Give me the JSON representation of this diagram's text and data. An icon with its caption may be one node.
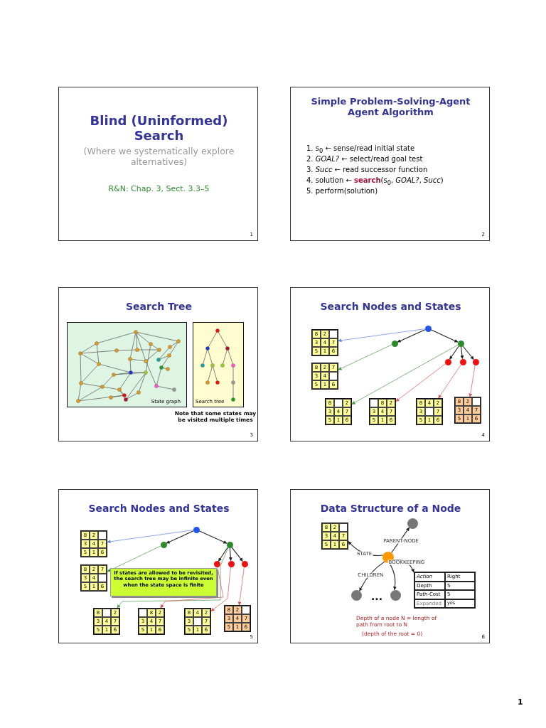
{
  "diagram": {
    "nodes": [
      {
        "text": [
          "Blind (Uninformed) Search",
          "(Where we systematically explore alternatives)",
          "R&N: Chap. 3, Sect. 3.3–5",
          "1"
        ]
      },
      {
        "text": [
          "Simple Problem-Solving-Agent Agent Algorithm",
          "1. s$_{0}$ ← sense/read initial state",
          "2. *GOAL?* ← select/read goal test",
          "3. *Succ* ← read successor function",
          "4. solution ← **search**(s$_{0}$, *GOAL?*, *Succ*)",
          "5. perform(solution)",
          "2"
        ]
      },
      {
        "text": [
          "Search Tree",
          "Note that some states may be visited multiple times",
          "3"
        ]
      },
      {
        "text": [
          "State graph"
        ],
        "in": 2
      },
      {
        "text": [
          "Search tree"
        ],
        "in": 2
      },
      {
        "text": [
          "Search Nodes and States",
          "4"
        ]
      },
      {
        "text": [],
        "shape": "circle",
        "in": 5
      },
      {
        "text": [
          "8",
          "2",
          "3",
          "4",
          "7",
          "5",
          "1",
          "6"
        ],
        "in": 5
      },
      {
        "text": [],
        "shape": "circle",
        "in": 5
      },
      {
        "text": [],
        "shape": "circle",
        "in": 5
      },
      {
        "text": [],
        "shape": "circle",
        "in": 5
      },
      {
        "text": [],
        "shape": "circle",
        "in": 5
      },
      {
        "text": [],
        "shape": "circle",
        "in": 5
      },
      {
        "text": [
          "8",
          "2",
          "7",
          "3",
          "4",
          "5",
          "1",
          "6"
        ],
        "in": 5
      },
      {
        "text": [
          "8",
          "2",
          "3",
          "4",
          "7",
          "5",
          "1",
          "6"
        ],
        "in": 5
      },
      {
        "text": [
          "8",
          "2",
          "3",
          "4",
          "7",
          "5",
          "1",
          "6"
        ],
        "in": 5
      },
      {
        "text": [
          "8",
          "4",
          "2",
          "3",
          "7",
          "5",
          "1",
          "6"
        ],
        "in": 5
      },
      {
        "text": [
          "8",
          "2",
          "3",
          "4",
          "7",
          "5",
          "1",
          "6"
        ],
        "in": 5
      },
      {
        "text": [
          "Search Nodes and States",
          "5"
        ]
      },
      {
        "text": [],
        "shape": "circle",
        "in": 18
      },
      {
        "text": [
          "8",
          "2",
          "3",
          "4",
          "7",
          "5",
          "1",
          "6"
        ],
        "in": 18
      },
      {
        "text": [],
        "shape": "circle",
        "in": 18
      },
      {
        "text": [],
        "shape": "circle",
        "in": 18
      },
      {
        "text": [],
        "shape": "circle",
        "in": 18
      },
      {
        "text": [],
        "shape": "circle",
        "in": 18
      },
      {
        "text": [],
        "shape": "circle",
        "in": 18
      },
      {
        "text": [
          "8",
          "2",
          "7",
          "3",
          "4",
          "5",
          "1",
          "6"
        ],
        "in": 18
      },
      {
        "text": [
          "If states are allowed to be revisited, the search tree may be infinite even when the state space is finite"
        ],
        "in": 18
      },
      {
        "text": [
          "8",
          "2",
          "3",
          "4",
          "7",
          "5",
          "1",
          "6"
        ],
        "in": 18
      },
      {
        "text": [
          "8",
          "2",
          "3",
          "4",
          "7",
          "5",
          "1",
          "6"
        ],
        "in": 18
      },
      {
        "text": [
          "8",
          "4",
          "2",
          "3",
          "7",
          "5",
          "1",
          "6"
        ],
        "in": 18
      },
      {
        "text": [
          "8",
          "2",
          "3",
          "4",
          "7",
          "5",
          "1",
          "6"
        ],
        "in": 18
      },
      {
        "text": [
          "Data Structure of a Node",
          "Depth of a node N = length of path from root to N",
          "(depth of the root = 0)",
          "6"
        ]
      },
      {
        "text": [
          "8",
          "2",
          "3",
          "4",
          "7",
          "5",
          "1",
          "6"
        ],
        "in": 32
      },
      {
        "text": [],
        "shape": "circle",
        "in": 32
      },
      {
        "text": [],
        "shape": "circle",
        "in": 32
      },
      {
        "text": [
          "Action",
          "Right",
          "Depth",
          "5",
          "Path-Cost",
          "5",
          "Expanded",
          "yes"
        ],
        "in": 32
      },
      {
        "text": [],
        "shape": "circle",
        "in": 32
      },
      {
        "text": [],
        "shape": "circle",
        "in": 32
      }
    ],
    "edges": [
      {
        "from": 6,
        "to": 8,
        "arrow": "to"
      },
      {
        "from": 6,
        "to": 9,
        "arrow": "to"
      },
      {
        "from": 9,
        "to": 10,
        "arrow": "to"
      },
      {
        "from": 9,
        "to": 11,
        "arrow": "to"
      },
      {
        "from": 9,
        "to": 12,
        "arrow": "to"
      },
      {
        "from": 6,
        "to": 7,
        "arrow": "to",
        "color": "#5b7fe0"
      },
      {
        "from": 8,
        "to": 13,
        "arrow": "to",
        "color": "#4a9a4a"
      },
      {
        "from": 9,
        "to": 14,
        "arrow": "to",
        "color": "#4a9a4a"
      },
      {
        "from": 10,
        "to": 15,
        "arrow": "to",
        "color": "#e05050"
      },
      {
        "from": 11,
        "to": 16,
        "arrow": "to",
        "color": "#e05050"
      },
      {
        "from": 12,
        "to": 17,
        "arrow": "to",
        "color": "#e05050"
      },
      {
        "from": 19,
        "to": 21,
        "arrow": "to"
      },
      {
        "from": 19,
        "to": 22,
        "arrow": "to"
      },
      {
        "from": 22,
        "to": 23,
        "arrow": "to"
      },
      {
        "from": 22,
        "to": 24,
        "arrow": "to"
      },
      {
        "from": 22,
        "to": 25,
        "arrow": "to"
      },
      {
        "from": 19,
        "to": 20,
        "arrow": "to",
        "color": "#5b7fe0"
      },
      {
        "from": 21,
        "to": 26,
        "arrow": "to",
        "color": "#4a9a4a"
      },
      {
        "from": 22,
        "to": 28,
        "arrow": "to",
        "color": "#4a9a4a"
      },
      {
        "from": 23,
        "to": 29,
        "arrow": "to",
        "color": "#e05050"
      },
      {
        "from": 24,
        "to": 30,
        "arrow": "to",
        "color": "#e05050"
      },
      {
        "from": 25,
        "to": 31,
        "arrow": "to",
        "color": "#e05050"
      },
      {
        "from": 35,
        "to": 33,
        "label": "STATE",
        "arrow": "to"
      },
      {
        "from": 35,
        "to": 34,
        "label": "PARENT-NODE",
        "arrow": "to"
      },
      {
        "from": 35,
        "to": 36,
        "label": "BOOKKEEPING",
        "arrow": "to"
      },
      {
        "from": 35,
        "to": 37,
        "label": "CHILDREN",
        "arrow": "to"
      },
      {
        "from": 35,
        "to": 38,
        "arrow": "to"
      }
    ],
    "labels": [
      "...",
      "1"
    ]
  }
}
